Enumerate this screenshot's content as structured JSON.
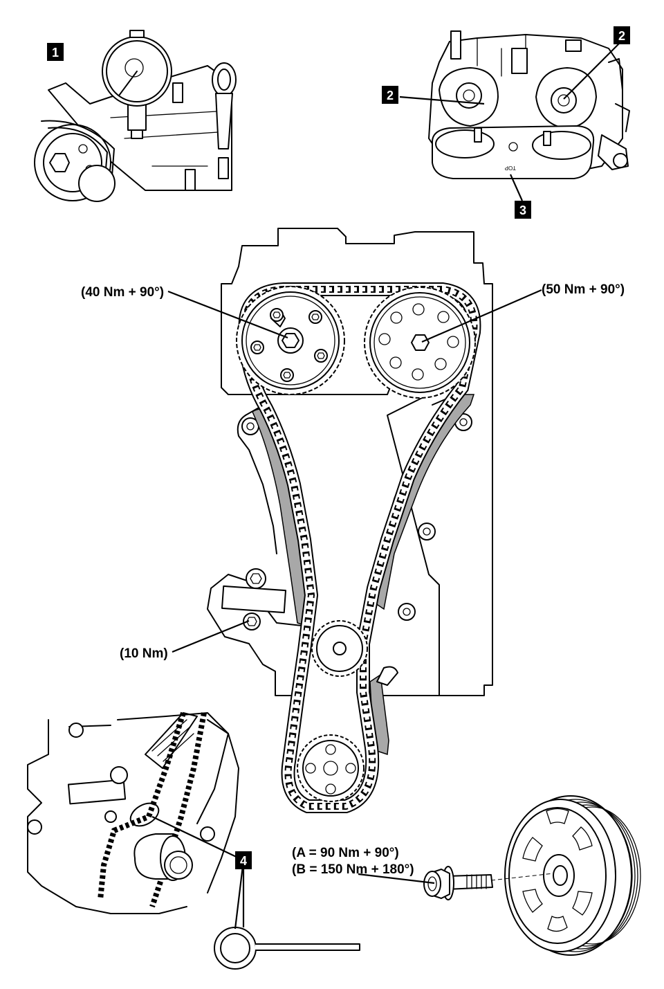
{
  "figure": {
    "tags": {
      "tag1": "1",
      "tag2a": "2",
      "tag2b": "2",
      "tag3": "3",
      "tag4": "4"
    },
    "torques": {
      "intake_cam": "(40 Nm + 90°)",
      "exhaust_cam": "(50 Nm + 90°)",
      "tensioner": "(10 Nm)",
      "pulley_a": "(A = 90 Nm + 90°)",
      "pulley_b": "(B = 150 Nm + 180°)"
    },
    "plate_marking": "TOP",
    "colors": {
      "line": "#000000",
      "guide_fill": "#a8a8a8",
      "tag_bg": "#000000",
      "background": "#ffffff"
    }
  }
}
